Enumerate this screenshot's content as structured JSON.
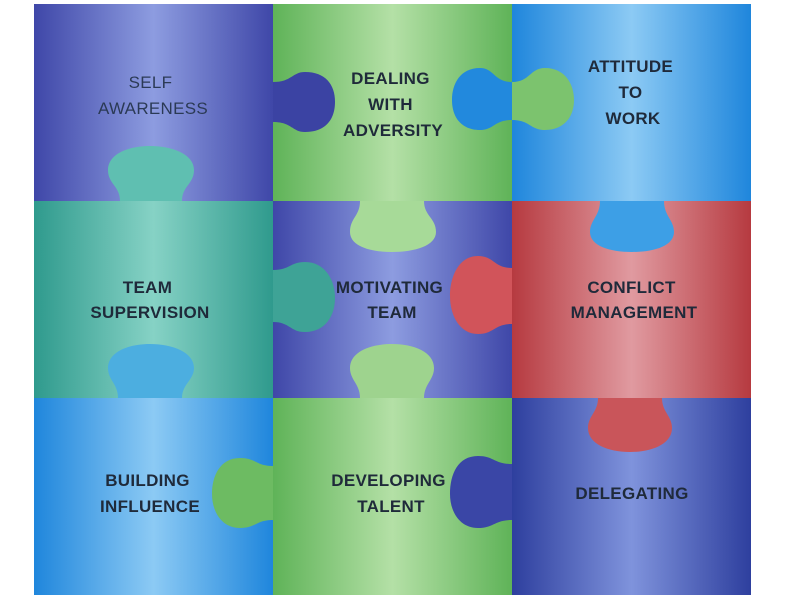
{
  "colors": {
    "indigo": "#5f6fc4",
    "green": "#8ecd7f",
    "sky": "#3d9fe6",
    "teal": "#4fb6a8",
    "red": "#c9555a",
    "blue": "#4f6ec6"
  },
  "pieces": [
    {
      "lines": [
        "SELF",
        "AWARENESS"
      ],
      "color": "indigo",
      "style": "light"
    },
    {
      "lines": [
        "DEALING",
        "WITH",
        "ADVERSITY"
      ],
      "color": "green"
    },
    {
      "lines": [
        "ATTITUDE",
        "TO",
        "WORK"
      ],
      "color": "sky"
    },
    {
      "lines": [
        "TEAM",
        "SUPERVISION"
      ],
      "color": "teal"
    },
    {
      "lines": [
        "MOTIVATING",
        "TEAM"
      ],
      "color": "indigo"
    },
    {
      "lines": [
        "CONFLICT",
        "MANAGEMENT"
      ],
      "color": "red"
    },
    {
      "lines": [
        "BUILDING",
        "INFLUENCE"
      ],
      "color": "sky"
    },
    {
      "lines": [
        "DEVELOPING",
        "TALENT"
      ],
      "color": "green"
    },
    {
      "lines": [
        "DELEGATING"
      ],
      "color": "blue"
    }
  ]
}
